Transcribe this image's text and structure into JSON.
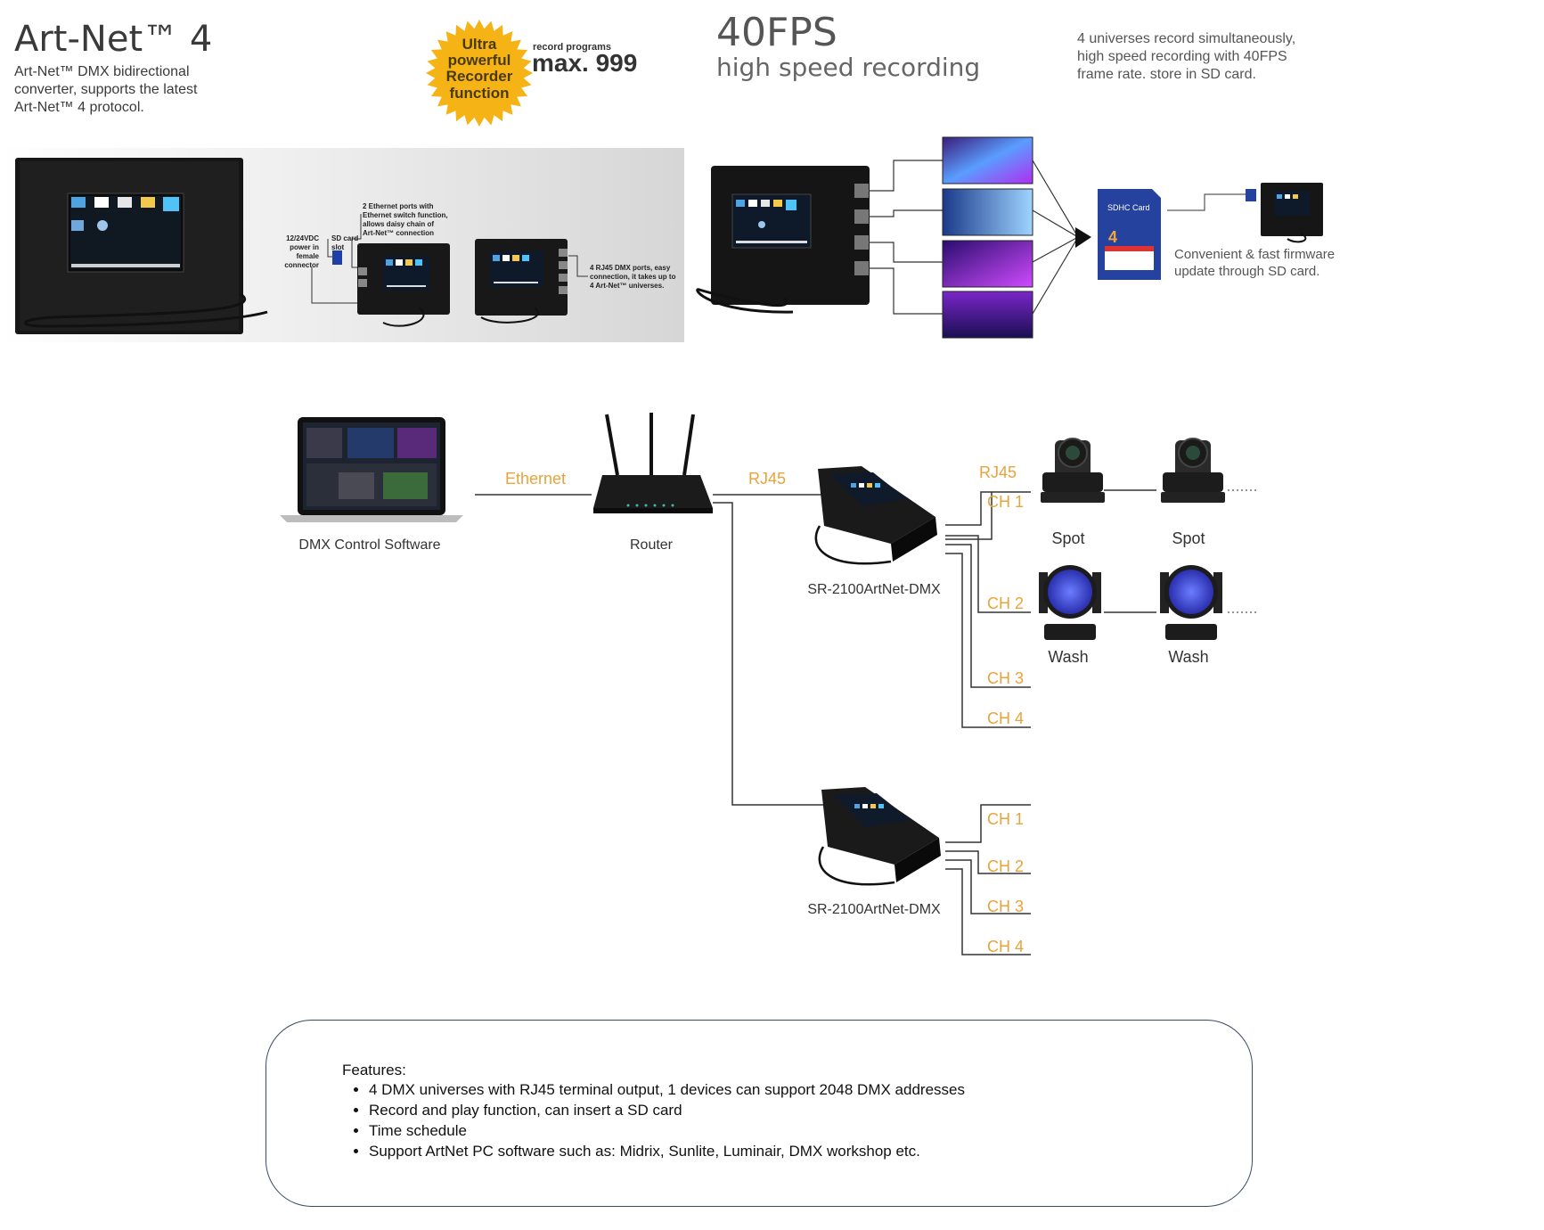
{
  "header": {
    "title": "Art-Net™ 4",
    "subtitle_lines": [
      "Art-Net™ DMX bidirectional",
      "converter, supports the latest",
      "Art-Net™ 4 protocol."
    ],
    "badge_lines": [
      "Ultra",
      "powerful",
      "Recorder",
      "function"
    ],
    "record_programs_label": "record programs",
    "record_programs_value": "max. 999",
    "fps_title": "40FPS",
    "fps_subtitle": "high speed recording",
    "universes_lines": [
      "4 universes record simultaneously,",
      "high speed recording with 40FPS",
      "frame rate. store in SD card."
    ]
  },
  "photo_callouts": {
    "ethernet_lines": [
      "2 Ethernet ports with",
      "Ethernet switch function,",
      "allows daisy chain of",
      "Art-Net™ connection"
    ],
    "power_lines": [
      "12/24VDC",
      "power in",
      "female",
      "connector"
    ],
    "sdslot_lines": [
      "SD card",
      "slot"
    ],
    "rj45_lines": [
      "4 RJ45 DMX ports, easy",
      "connection, it takes up to",
      "4 Art-Net™ universes."
    ],
    "sd_card_label": "SDHC Card",
    "sd_card_size": "4",
    "firmware_lines": [
      "Convenient & fast firmware",
      "update through SD card."
    ]
  },
  "diagram": {
    "computer_label": "DMX Control Software",
    "router_label": "Router",
    "ethernet_label": "Ethernet",
    "rj45_label": "RJ45",
    "rj45_top_label": "RJ45",
    "device1_label": "SR-2100ArtNet-DMX",
    "device2_label": "SR-2100ArtNet-DMX",
    "channels1": [
      "CH 1",
      "CH 2",
      "CH 3",
      "CH 4"
    ],
    "channels2": [
      "CH 1",
      "CH 2",
      "CH 3",
      "CH 4"
    ],
    "fixtures": {
      "spot1": "Spot",
      "spot2": "Spot",
      "wash1": "Wash",
      "wash2": "Wash"
    }
  },
  "features": {
    "heading": "Features:",
    "items": [
      "4 DMX universes with RJ45 terminal output, 1 devices can support 2048 DMX addresses",
      "Record and play function, can insert a SD card",
      "Time schedule",
      "Support ArtNet PC software such as: Midrix, Sunlite, Luminair, DMX workshop etc."
    ]
  },
  "colors": {
    "accent": "#e8a33a",
    "badge": "#f5b316",
    "line": "#333333",
    "box_border": "#3a4a66"
  }
}
